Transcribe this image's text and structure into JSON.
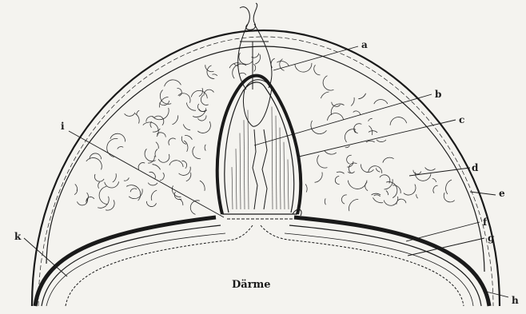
{
  "labels": {
    "a": "a",
    "b": "b",
    "c": "c",
    "d": "d",
    "e": "e",
    "f": "f",
    "g": "g",
    "h": "h",
    "i": "i",
    "k": "k"
  },
  "caption": "Därme",
  "colors": {
    "paper": "#f4f3ef",
    "ink": "#1a1a1a"
  }
}
